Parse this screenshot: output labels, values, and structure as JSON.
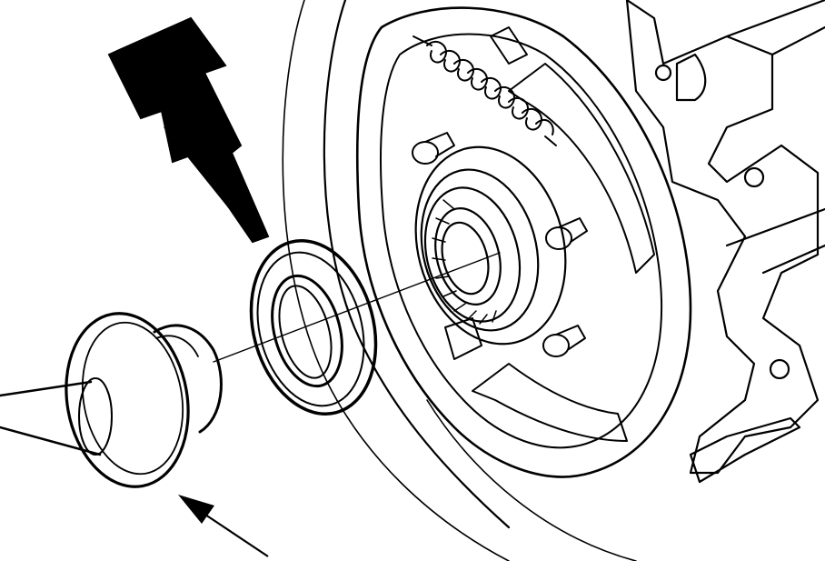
{
  "diagram": {
    "subject": "wheel-bearing-seal-installation",
    "line_color": "#000000",
    "background_color": "#ffffff",
    "callouts": [
      {
        "name": "bold-pointer-arrow",
        "target": "seal"
      },
      {
        "name": "thin-pointer-arrow",
        "target": "installer-tool"
      }
    ]
  }
}
